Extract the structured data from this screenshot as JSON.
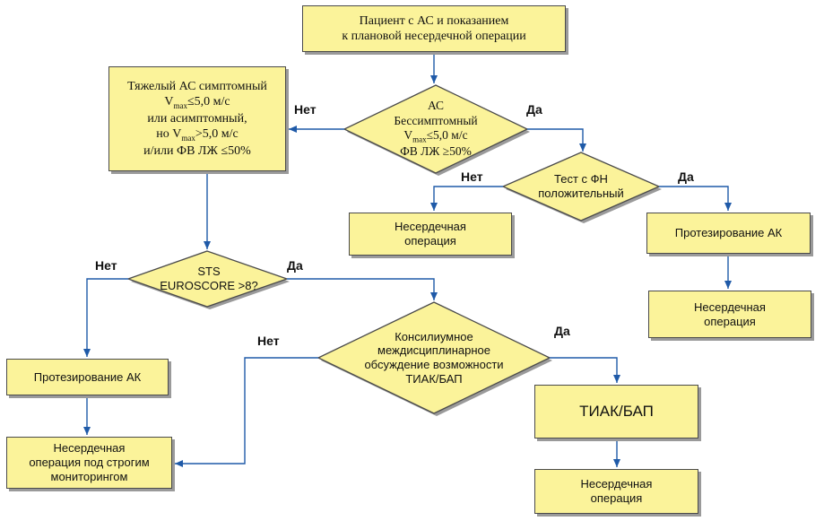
{
  "nodes": {
    "start": {
      "lines": [
        "Пациент с АС и показанием",
        "к плановой несердечной операции"
      ]
    },
    "severe": {
      "lines": [
        "Тяжелый АС симптомный",
        "max|≤5,0 м/с",
        "или асимптомный,",
        "но V|max|>5,0 м/с",
        "и/или ФВ ЛЖ ≤50%"
      ]
    },
    "as_decision": {
      "lines": [
        "АС",
        "Бессимптомный",
        "max|≤5,0 м/с",
        "ФВ ЛЖ ≥50%"
      ]
    },
    "stress_test": {
      "lines": [
        "Тест с ФН",
        "положительный"
      ]
    },
    "noncardiac_1": {
      "lines": [
        "Несердечная",
        "операция"
      ]
    },
    "avr_1": {
      "lines": [
        "Протезирование АК"
      ]
    },
    "noncardiac_2": {
      "lines": [
        "Несердечная",
        "операция"
      ]
    },
    "sts_decision": {
      "lines": [
        "STS",
        "EUROSCORE >8?"
      ]
    },
    "avr_2": {
      "lines": [
        "Протезирование АК"
      ]
    },
    "noncardiac_monitor": {
      "lines": [
        "Несердечная",
        "операция  под строгим",
        "мониторингом"
      ]
    },
    "heart_team": {
      "lines": [
        "Консилиумное",
        "междисциплинарное",
        "обсуждение возможности",
        "ТИАК/БАП"
      ]
    },
    "tavi": {
      "lines": [
        "ТИАК/БАП"
      ]
    },
    "noncardiac_3": {
      "lines": [
        "Несердечная",
        "операция"
      ]
    }
  },
  "v_symbol": "V",
  "labels": {
    "no_1": "Нет",
    "yes_1": "Да",
    "no_2": "Нет",
    "yes_2": "Да",
    "no_3": "Нет",
    "yes_3": "Да",
    "no_4": "Нет",
    "yes_4": "Да"
  },
  "colors": {
    "box_fill": "#fbf39a",
    "arrow": "#1f5aa8",
    "border": "#4a4a4a",
    "shadow": "#9a9a9a"
  }
}
